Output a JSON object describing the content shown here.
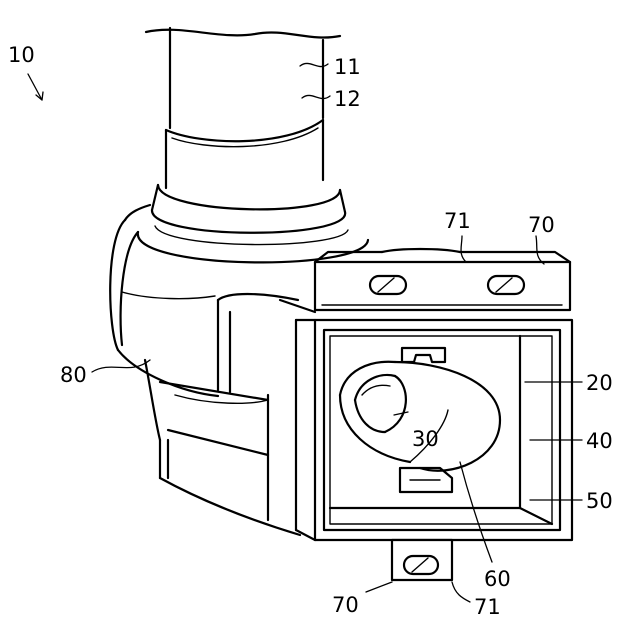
{
  "figure": {
    "labels": {
      "l10": "10",
      "l11": "11",
      "l12": "12",
      "l71_top": "71",
      "l70_top": "70",
      "l80": "80",
      "l20": "20",
      "l30": "30",
      "l40": "40",
      "l50": "50",
      "l60": "60",
      "l70_bottom": "70",
      "l71_bottom": "71"
    }
  }
}
